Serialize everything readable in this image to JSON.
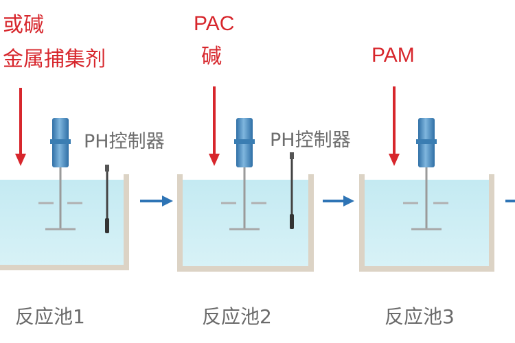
{
  "tank1": {
    "chem_line1": "或碱",
    "chem_line2": "金属捕集剂",
    "ph_label": "PH控制器",
    "label": "反应池1"
  },
  "tank2": {
    "chem_line1": "PAC",
    "chem_line2": "碱",
    "ph_label": "PH控制器",
    "label": "反应池2"
  },
  "tank3": {
    "chem_line1": "PAM",
    "label": "反应池3"
  },
  "colors": {
    "dosing_arrow": "#d7262c",
    "flow_arrow": "#2e74b5",
    "water": "#cfeef4",
    "tank_wall": "#d9cfbf",
    "mixer": "#4f8fc0"
  }
}
